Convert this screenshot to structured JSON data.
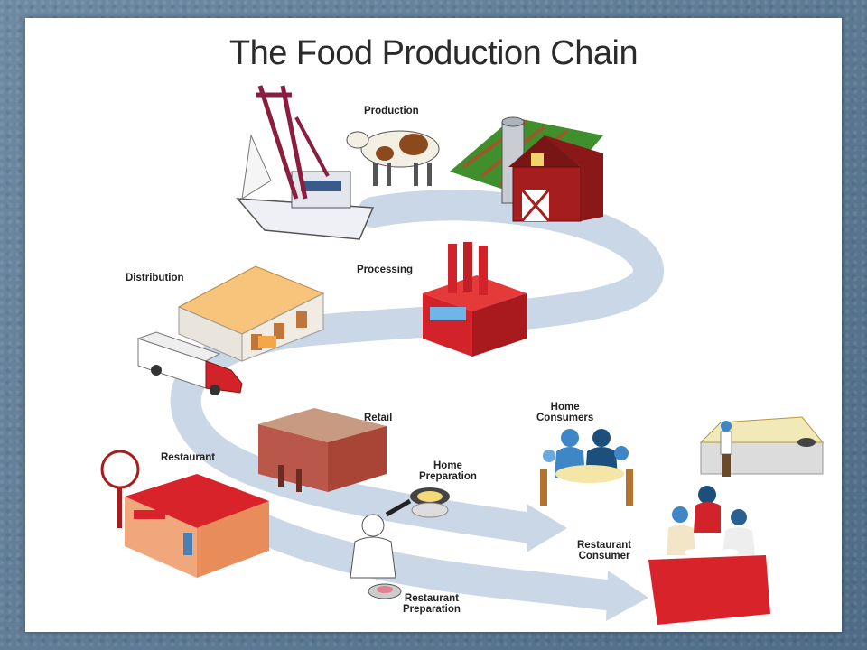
{
  "title": "The Food Production Chain",
  "stages": {
    "production": "Production",
    "processing": "Processing",
    "distribution": "Distribution",
    "retail": "Retail",
    "restaurant": "Restaurant",
    "home_preparation": [
      "Home",
      "Preparation"
    ],
    "home_consumers": [
      "Home",
      "Consumers"
    ],
    "restaurant_preparation": [
      "Restaurant",
      "Preparation"
    ],
    "restaurant_consumer": [
      "Restaurant",
      "Consumer"
    ]
  },
  "colors": {
    "flow_arrow": "#c9d7e6",
    "barn_red": "#a61d1d",
    "factory_red": "#d2232a",
    "warehouse_roof": "#f6c47a",
    "person_blue": "#3f86c6",
    "table_red": "#d8232a"
  },
  "icons": [
    "fishing-boat",
    "cow",
    "barn",
    "silo",
    "field",
    "factory",
    "warehouse",
    "truck",
    "retail-store",
    "restaurant",
    "frying-pan",
    "chef",
    "family-at-table",
    "buffet",
    "diners-at-table"
  ]
}
